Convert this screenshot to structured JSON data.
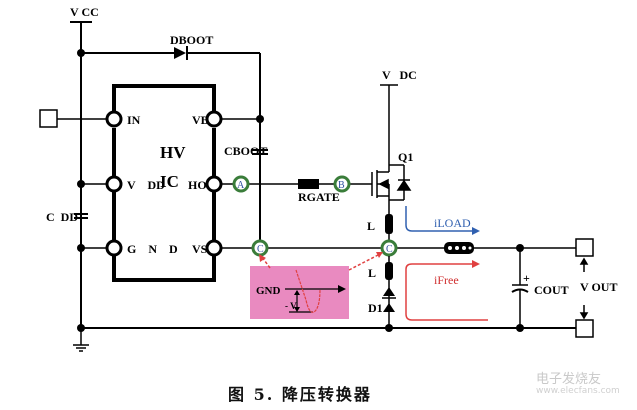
{
  "diagram": {
    "title": "Buck Converter Schematic",
    "labels": {
      "vcc": "V   CC",
      "vdc": "V   DC",
      "dboot": "DBOOT",
      "cboot": "CBOOT",
      "cdd": "C  DD",
      "hv": "HV",
      "ic": "IC",
      "pin_in": "IN",
      "pin_vdd": "V    DD",
      "pin_gnd": "G    N    D",
      "pin_vb": "VB",
      "pin_ho": "HO",
      "pin_vs": "VS",
      "node_a": "A",
      "node_b": "B",
      "node_c": "C",
      "rgate": "RGATE",
      "q1": "Q1",
      "l_upper": "L",
      "l_lower": "L",
      "d1": "D1",
      "iload": "iLOAD",
      "ifree": "iFree",
      "cout": "COUT",
      "cout_plus": "+",
      "vout": "V OUT",
      "gnd": "GND",
      "neg_v": "- V"
    },
    "colors": {
      "wire": "#000000",
      "node_ring": "#3a7d3a",
      "iload_arrow": "#3060b0",
      "ifree_arrow": "#e04040",
      "highlight": "#e98ac0"
    }
  },
  "caption": "图 5. 降压转换器",
  "watermark": {
    "text": "电子发烧友",
    "url": "www.elecfans.com"
  }
}
